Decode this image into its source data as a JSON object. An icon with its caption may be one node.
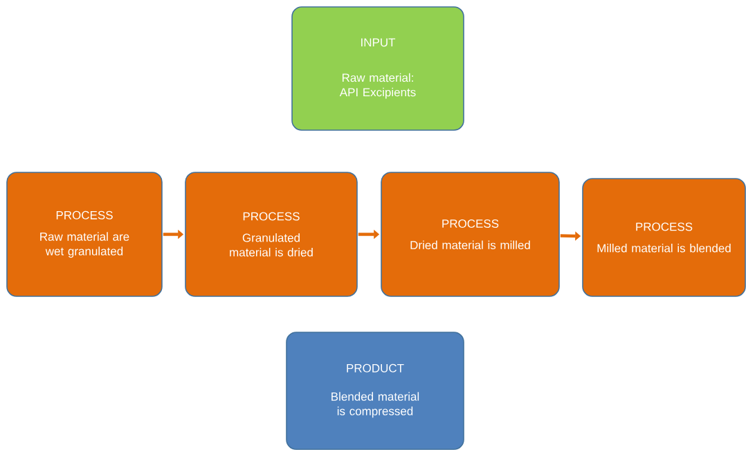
{
  "diagram": {
    "nodes": [
      {
        "text": [
          "INPUT",
          "Raw material: API Excipients"
        ]
      },
      {
        "text": [
          "PROCESS",
          "Raw material are wet granulated"
        ]
      },
      {
        "text": [
          "PROCESS",
          "Granulated material is dried"
        ]
      },
      {
        "text": [
          "PROCESS",
          "Dried material is milled"
        ]
      },
      {
        "text": [
          "PROCESS",
          "Milled material is blended"
        ]
      },
      {
        "text": [
          "PRODUCT",
          "Blended material is compressed"
        ]
      }
    ],
    "edges": [
      {
        "from": 1,
        "to": 2,
        "arrow": "to"
      },
      {
        "from": 2,
        "to": 3,
        "arrow": "to"
      },
      {
        "from": 3,
        "to": 4,
        "arrow": "to"
      }
    ]
  }
}
